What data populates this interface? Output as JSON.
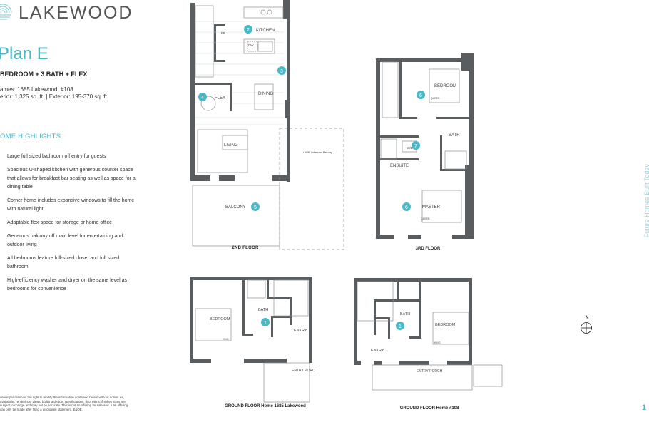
{
  "brand": {
    "name": "LAKEWOOD",
    "accent": "#4bb8c6",
    "logo_icon": "concentric-waves-icon"
  },
  "plan": {
    "title": "Plan E",
    "subtitle": "BEDROOM + 3 BATH + FLEX",
    "homes": "ames: 1685 Lakewood, #108",
    "areas": "erior: 1,325 sq. ft.  |  Exterior: 195-370 sq. ft."
  },
  "highlights": {
    "title": "OME HIGHLIGHTS",
    "items": [
      "Large full sized bathroom off entry for guests",
      "Spacious U-shaped kitchen with generous counter space that allows for breakfast bar seating as well as space for a dining table",
      "Corner home includes expansive windows to fill the home with natural light",
      "Adaptable flex-space for storage or home office",
      "Generous balcony off main level for entertaining and outdoor living",
      "All bedrooms feature full-sized closet and full sized bathroom",
      "High-efficiency washer and dryer on the same level as bedrooms for convenience"
    ]
  },
  "disclaimer": "developer reserves the right to modify the information contained herein without notice. es, availability, renderings, views, building design, specifications, floor plans, finishes sizes are subject to change and may not be accurate. This is not an offering for sale and. n an offering can only be made after filing a disclosure statement. E&OE.",
  "floors": {
    "second": {
      "label": "2ND FLOOR",
      "rooms": {
        "kitchen": "KITCHEN",
        "dining": "DINING",
        "flex": "FLEX",
        "living": "LIVING",
        "balcony": "BALCONY",
        "fr": "FR",
        "dw": "DW"
      },
      "markers": [
        "2",
        "3",
        "4",
        "5"
      ],
      "balcony_note": "• 1685 Lakewood Balcony"
    },
    "third": {
      "label": "3RD FLOOR",
      "rooms": {
        "bedroom": "BEDROOM",
        "bath": "BATH",
        "ensuite": "ENSUITE",
        "master": "MASTER",
        "wd": "W/D",
        "queen": "QUEEN"
      },
      "markers": [
        "6",
        "7",
        "6"
      ]
    },
    "ground_a": {
      "label": "GROUND FLOOR    Home 1685 Lakewood",
      "rooms": {
        "bedroom": "BEDROOM",
        "bath": "BATH",
        "entry": "ENTRY",
        "porch": "ENTRY PORCH",
        "king": "KING"
      },
      "markers": [
        "1"
      ]
    },
    "ground_b": {
      "label": "GROUND FLOOR  Home #108",
      "rooms": {
        "bedroom": "BEDROOM",
        "bath": "BATH",
        "entry": "ENTRY",
        "porch": "ENTRY PORCH",
        "king": "KING"
      },
      "markers": [
        "1"
      ]
    }
  },
  "compass": {
    "label": "N"
  },
  "side_tagline": "Future Homes Built Today",
  "page_number": "1"
}
